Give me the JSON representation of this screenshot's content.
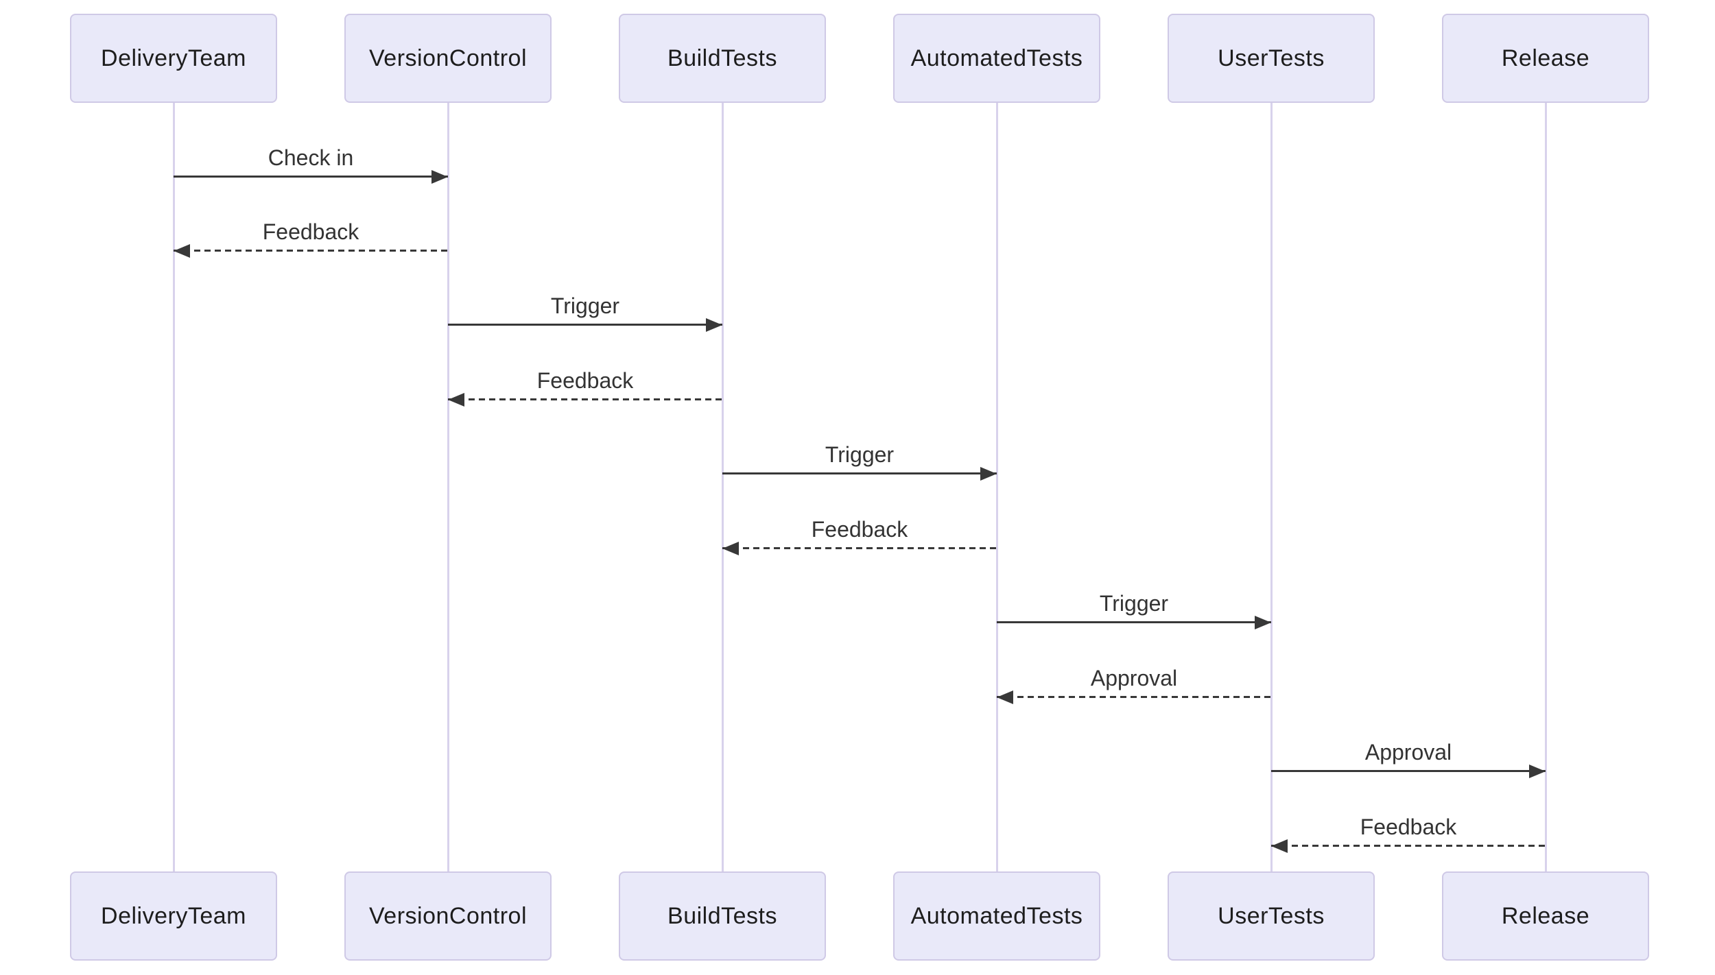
{
  "diagram": {
    "type": "sequence-diagram",
    "actors": [
      {
        "name": "DeliveryTeam"
      },
      {
        "name": "VersionControl"
      },
      {
        "name": "BuildTests"
      },
      {
        "name": "AutomatedTests"
      },
      {
        "name": "UserTests"
      },
      {
        "name": "Release"
      }
    ],
    "messages": [
      {
        "from": "DeliveryTeam",
        "to": "VersionControl",
        "label": "Check in",
        "line": "solid",
        "direction": "right"
      },
      {
        "from": "VersionControl",
        "to": "DeliveryTeam",
        "label": "Feedback",
        "line": "dashed",
        "direction": "left"
      },
      {
        "from": "VersionControl",
        "to": "BuildTests",
        "label": "Trigger",
        "line": "solid",
        "direction": "right"
      },
      {
        "from": "BuildTests",
        "to": "VersionControl",
        "label": "Feedback",
        "line": "dashed",
        "direction": "left"
      },
      {
        "from": "BuildTests",
        "to": "AutomatedTests",
        "label": "Trigger",
        "line": "solid",
        "direction": "right"
      },
      {
        "from": "AutomatedTests",
        "to": "BuildTests",
        "label": "Feedback",
        "line": "dashed",
        "direction": "left"
      },
      {
        "from": "AutomatedTests",
        "to": "UserTests",
        "label": "Trigger",
        "line": "solid",
        "direction": "right"
      },
      {
        "from": "UserTests",
        "to": "AutomatedTests",
        "label": "Approval",
        "line": "dashed",
        "direction": "left"
      },
      {
        "from": "UserTests",
        "to": "Release",
        "label": "Approval",
        "line": "solid",
        "direction": "right"
      },
      {
        "from": "Release",
        "to": "UserTests",
        "label": "Feedback",
        "line": "dashed",
        "direction": "left"
      }
    ],
    "colors": {
      "background": "#ffffff",
      "actor_fill": "#e9e9f9",
      "actor_border": "#cfc9e6",
      "lifeline": "#d8d2ec",
      "arrow": "#383838",
      "actor_text": "#1d1d1d",
      "message_text": "#333333"
    }
  }
}
